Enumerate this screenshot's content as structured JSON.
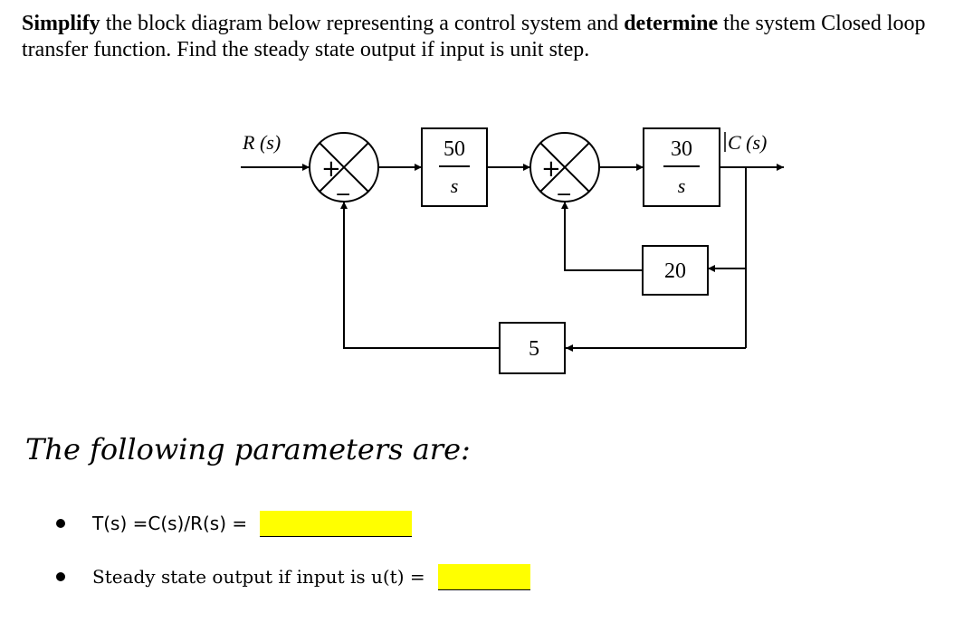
{
  "problem": {
    "word1": "Simplify",
    "text1": " the block diagram below representing a control system and ",
    "word2": "determine",
    "text2": " the system Closed loop transfer function. Find the steady state output if input is unit step."
  },
  "diagram": {
    "input_label": "R (s)",
    "output_label": "C (s)",
    "block1": {
      "numerator": "50",
      "denominator": "s"
    },
    "block2": {
      "numerator": "30",
      "denominator": "s"
    },
    "inner_feedback_gain": "20",
    "outer_feedback_gain": "5",
    "plus_sign": "+",
    "minus_sign": "−"
  },
  "params": {
    "heading": "The following parameters are:",
    "item1_label": "T(s) =C(s)/R(s) =",
    "item2_label": "Steady state output if input is u(t) ="
  },
  "colors": {
    "answer_highlight": "#ffff00",
    "line": "#000000"
  }
}
